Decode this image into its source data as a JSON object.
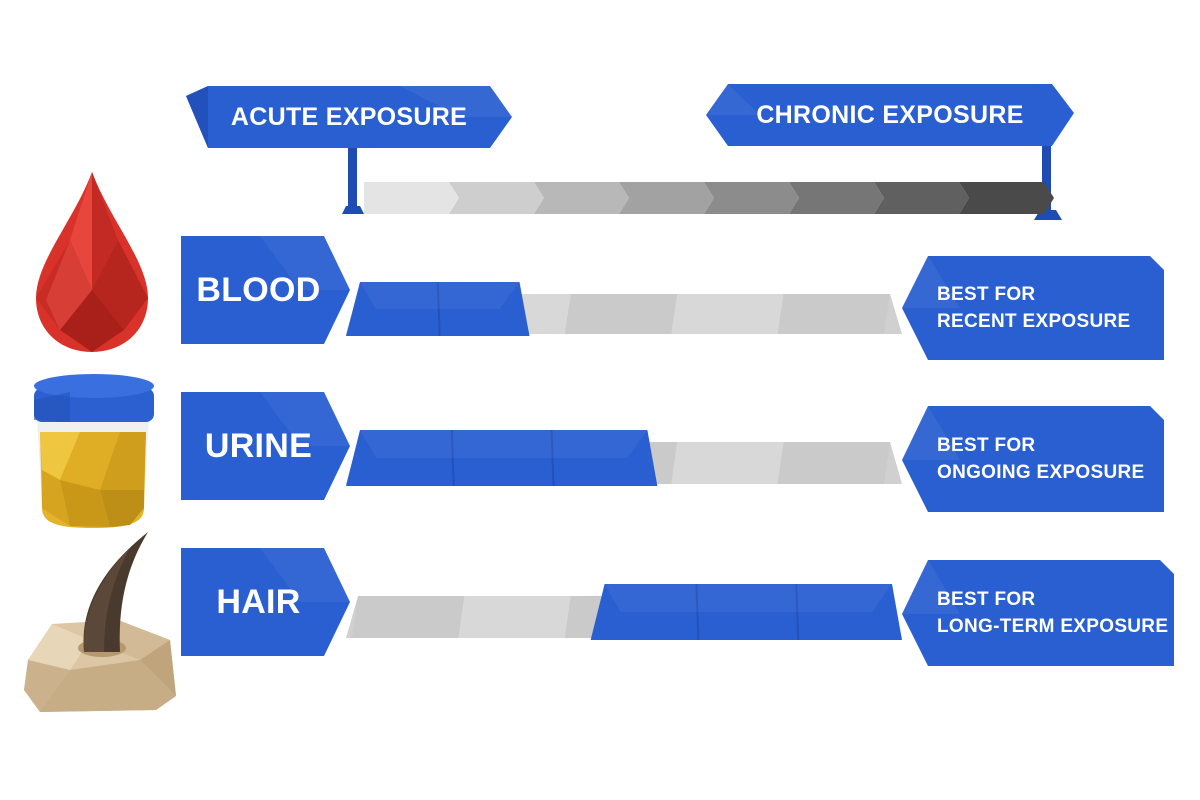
{
  "header": {
    "acute_label": "ACUTE EXPOSURE",
    "chronic_label": "CHRONIC EXPOSURE"
  },
  "colors": {
    "primary_blue": "#2a5fd1",
    "dark_blue": "#1f4cb3",
    "gray_light": "#e2e2e2",
    "gray_mid": "#c4c4c4",
    "gray_dark": "#4a4a4a",
    "blood_red": "#d9322b",
    "urine_yellow": "#e3b42a",
    "cup_blue": "#2c5fcf",
    "skin_tan": "#dcc6a4",
    "hair_brown": "#4a3a2e"
  },
  "rows": [
    {
      "id": "blood",
      "label": "BLOOD",
      "icon": "blood-drop-icon",
      "best_line1": "BEST FOR",
      "best_line2": "RECENT EXPOSURE",
      "window_start": 0.0,
      "window_end": 0.33
    },
    {
      "id": "urine",
      "label": "URINE",
      "icon": "urine-cup-icon",
      "best_line1": "BEST FOR",
      "best_line2": "ONGOING EXPOSURE",
      "window_start": 0.0,
      "window_end": 0.56
    },
    {
      "id": "hair",
      "label": "HAIR",
      "icon": "hair-follicle-icon",
      "best_line1": "BEST FOR",
      "best_line2": "LONG-TERM EXPOSURE",
      "window_start": 0.44,
      "window_end": 1.0
    }
  ]
}
